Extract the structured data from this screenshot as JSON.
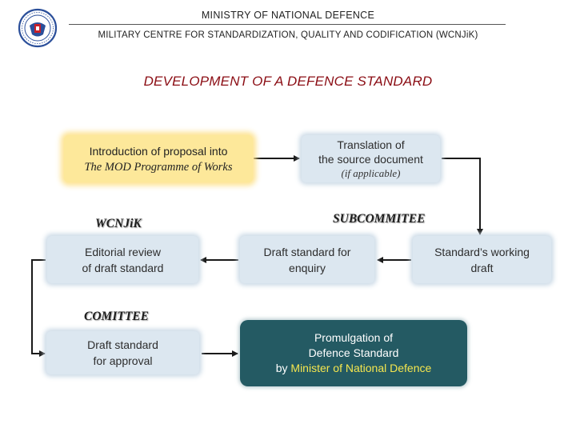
{
  "header": {
    "ministry": "MINISTRY OF NATIONAL DEFENCE",
    "centre": "MILITARY CENTRE FOR STANDARDIZATION, QUALITY AND CODIFICATION (WCNJiK)"
  },
  "title": "DEVELOPMENT OF  A DEFENCE STANDARD",
  "labels": {
    "wcnjik": "WCNJiK",
    "subcommittee": "SUBCOMMITEE",
    "committee": "COMITTEE"
  },
  "nodes": {
    "proposal": {
      "line1": "Introduction of proposal into",
      "line2": "The MOD Programme of Works"
    },
    "translation": {
      "line1": "Translation of",
      "line2": "the source document",
      "note": "(if applicable)"
    },
    "editorial": {
      "line1": "Editorial review",
      "line2": "of draft standard"
    },
    "enquiry": {
      "line1": "Draft standard for",
      "line2": "enquiry"
    },
    "working": {
      "line1": "Standard’s working",
      "line2": "draft"
    },
    "approval": {
      "line1": "Draft standard",
      "line2": "for approval"
    },
    "promulgation": {
      "line1": "Promulgation of",
      "line2": "Defence Standard",
      "line3_prefix": "by",
      "line3_highlight": "Minister of National Defence"
    }
  },
  "colors": {
    "title": "#8b0d14",
    "yellow_box": "#fde89a",
    "blue_box": "#dce7f0",
    "dark_box": "#245a63",
    "highlight_text": "#f5e64e"
  }
}
